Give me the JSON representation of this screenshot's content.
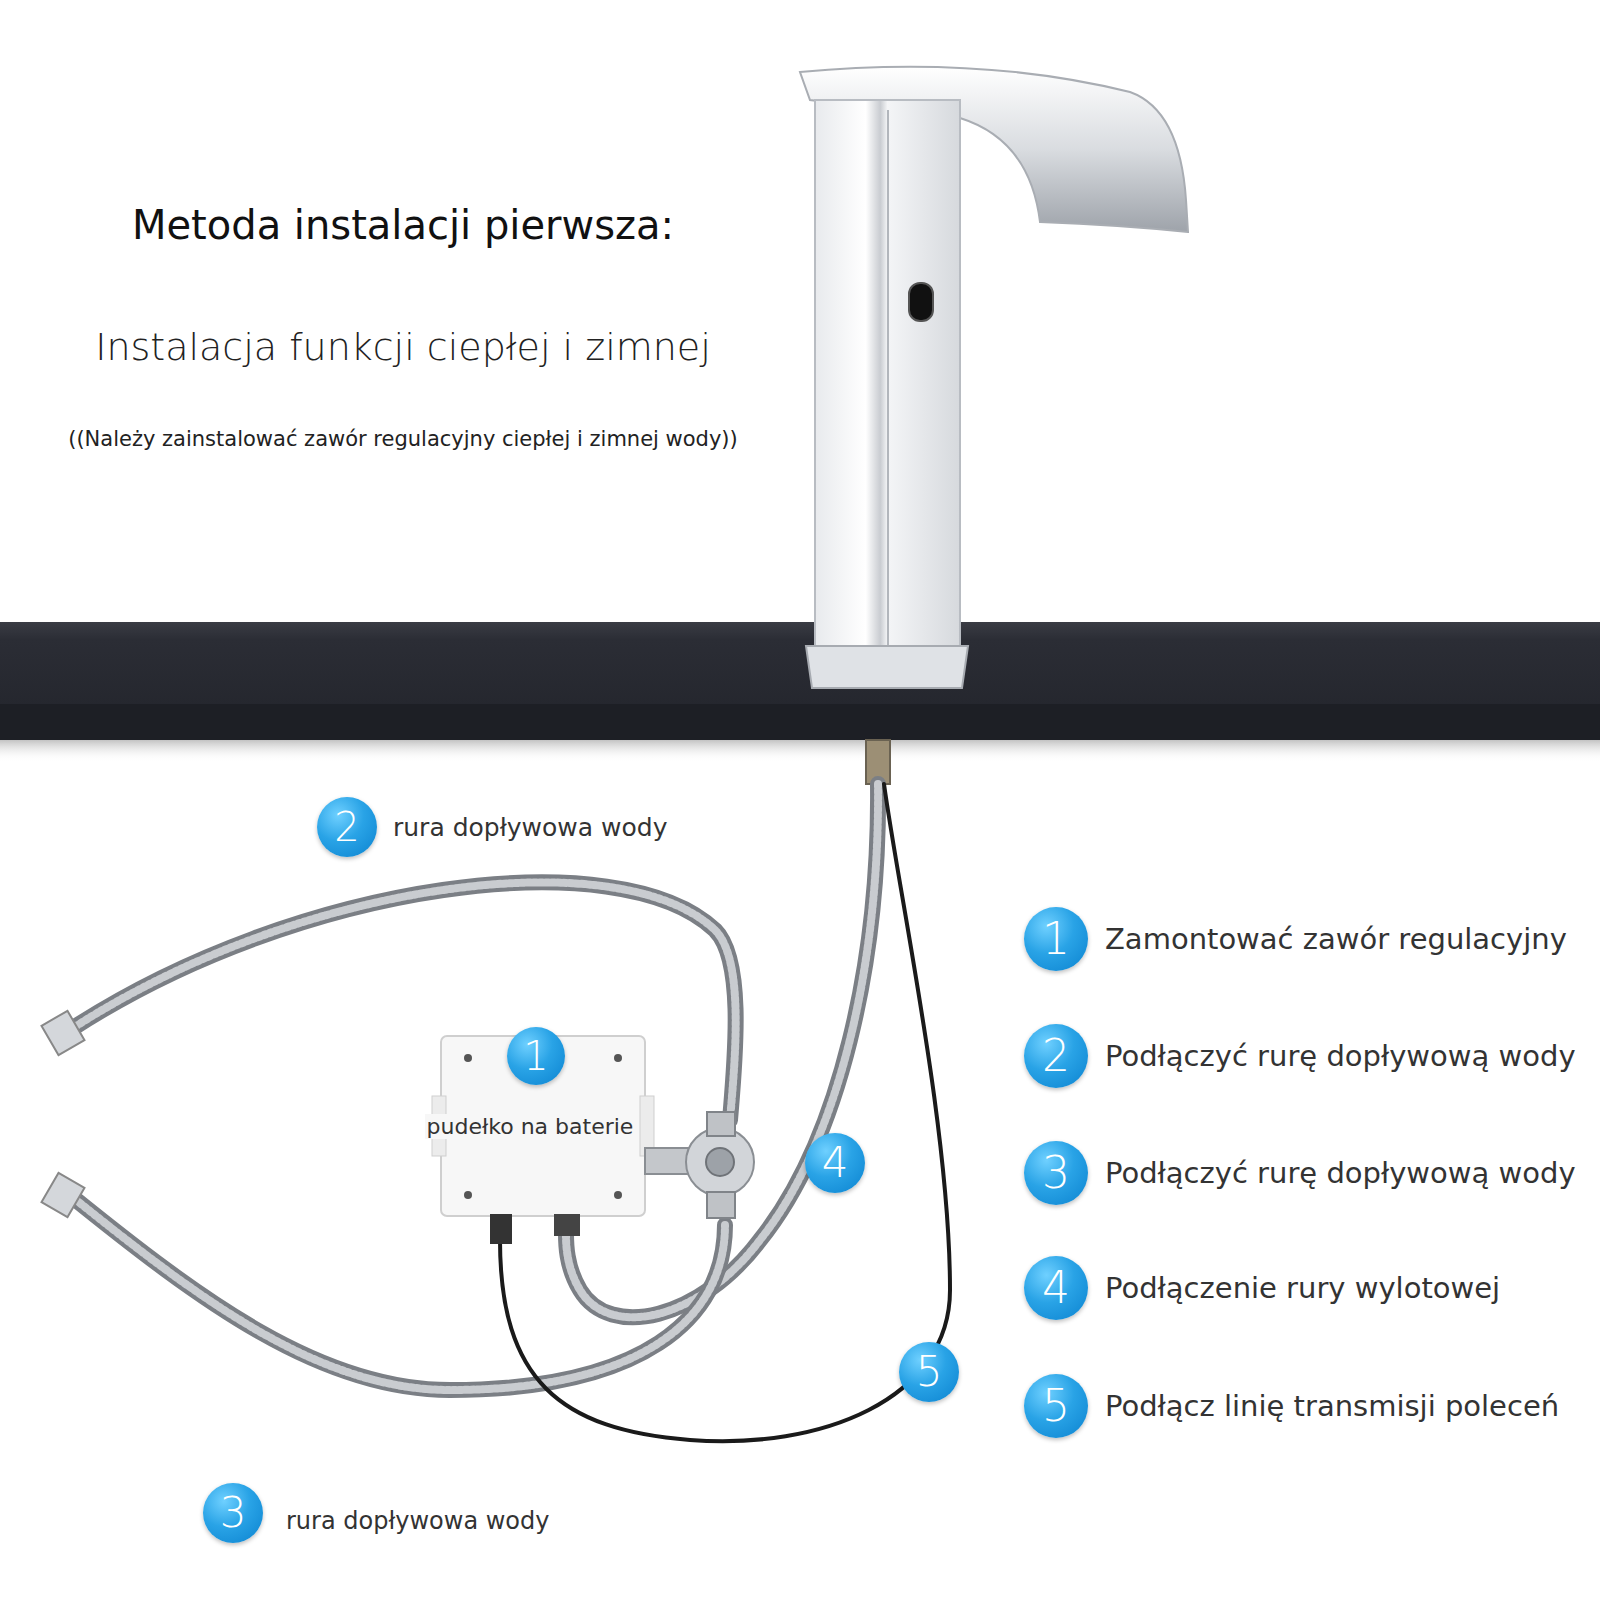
{
  "diagram": {
    "title": "Metoda instalacji pierwsza:",
    "nodes": [
      {
        "text": [
          "2"
        ]
      },
      {
        "text": [
          "1"
        ]
      },
      {
        "text": [
          "1"
        ]
      },
      {
        "text": [
          "2"
        ]
      },
      {
        "text": [
          "4"
        ]
      },
      {
        "text": [
          "3"
        ]
      },
      {
        "text": [
          "4"
        ]
      },
      {
        "text": [
          "5"
        ]
      },
      {
        "text": [
          "5"
        ]
      },
      {
        "text": [
          "3"
        ]
      }
    ],
    "labels": [
      "Instalacja funkcji ciepłej i zimnej",
      "((Należy zainstalować zawór regulacyjny ciepłej i zimnej wody))",
      "rura dopływowa wody",
      "Zamontować zawór regulacyjny",
      "pudełko na baterie",
      "Podłączyć rurę dopływową wody",
      "Podłączyć rurę dopływową wody",
      "Podłączenie rury wylotowej",
      "Podłącz linię transmisji poleceń",
      "rura dopływowa wody"
    ]
  }
}
